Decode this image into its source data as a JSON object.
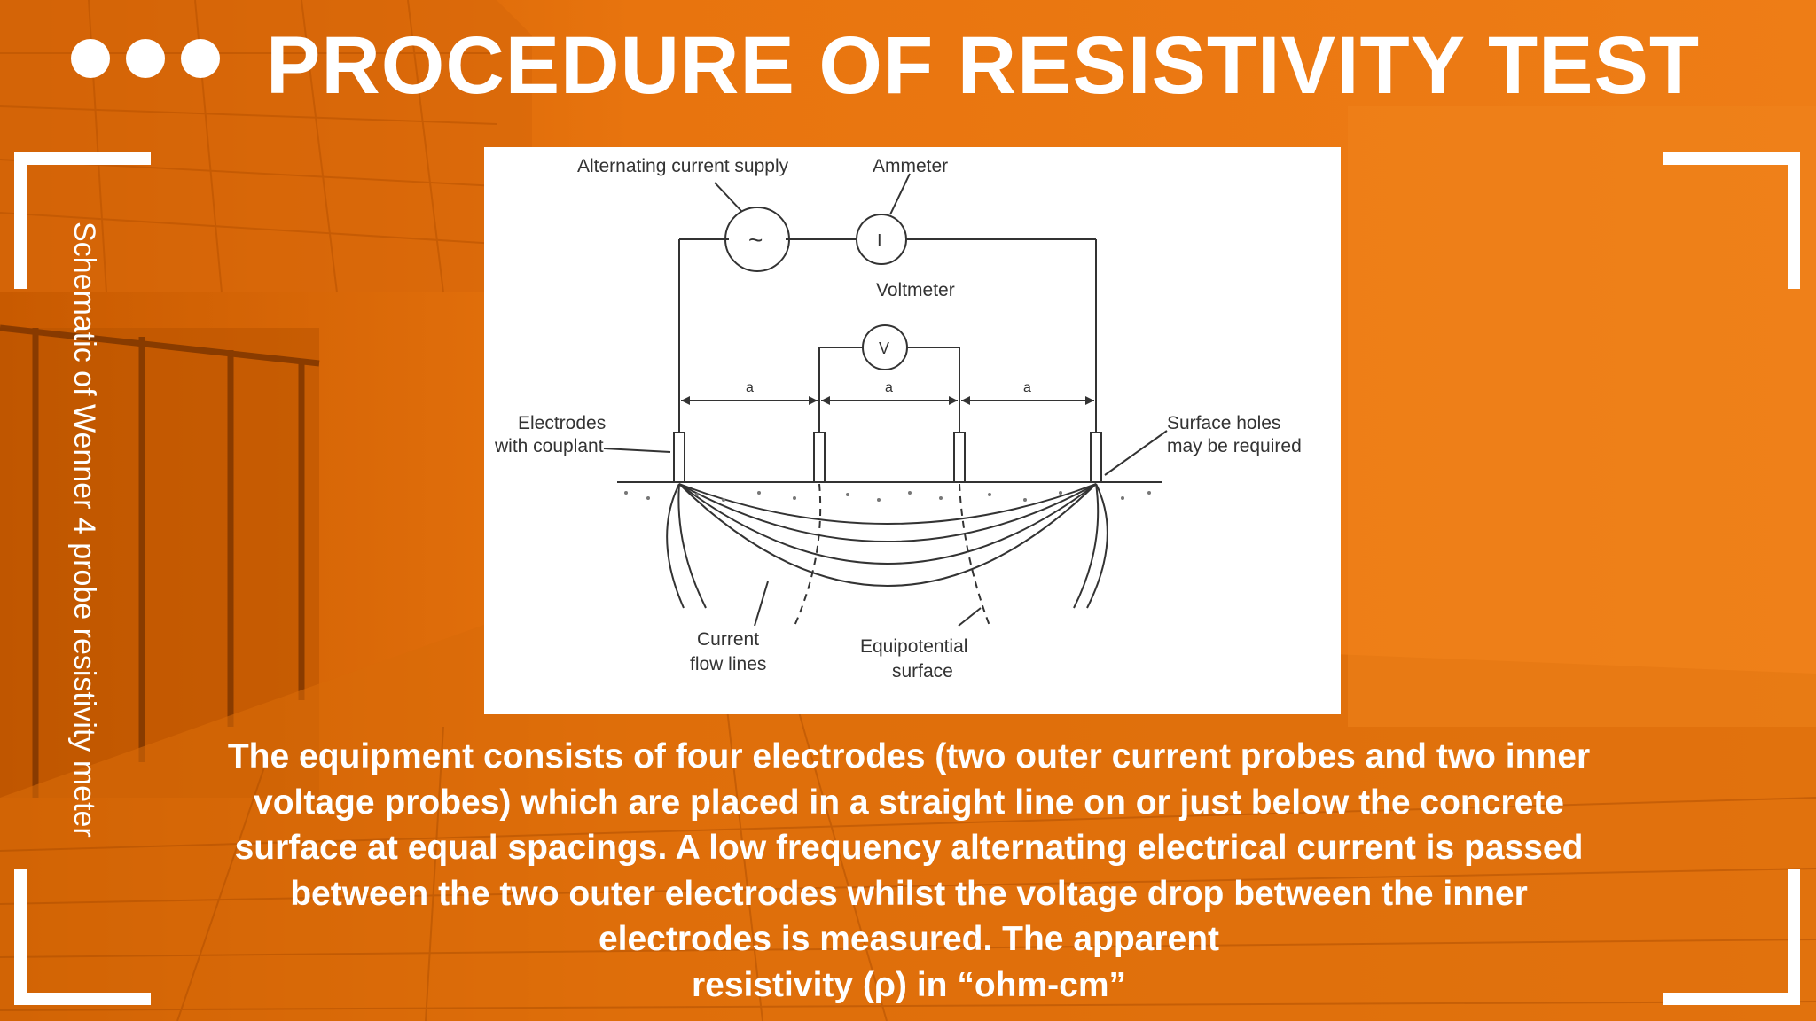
{
  "slide": {
    "title": "PROCEDURE OF RESISTIVITY TEST",
    "side_caption": "Schematic of Wenner 4 probe resistivity meter",
    "body_lines": [
      "The equipment consists of four electrodes (two outer current probes and two inner",
      "voltage probes) which are placed in a straight line on or just below the concrete",
      "surface at equal spacings. A low frequency alternating electrical current is passed",
      "between the two outer electrodes whilst the voltage drop between the inner",
      "electrodes is measured. The apparent",
      "resistivity (ρ) in “ohm-cm”"
    ],
    "accent_color": "#e8740e"
  },
  "diagram": {
    "labels": {
      "ac_supply": "Alternating current supply",
      "ammeter": "Ammeter",
      "voltmeter": "Voltmeter",
      "electrodes_l1": "Electrodes",
      "electrodes_l2": "with couplant",
      "holes_l1": "Surface holes",
      "holes_l2": "may be required",
      "current_l1": "Current",
      "current_l2": "flow lines",
      "equip_l1": "Equipotential",
      "equip_l2": "surface",
      "spacing": "a",
      "ac_symbol": "~",
      "ammeter_symbol": "I",
      "voltmeter_symbol": "V"
    }
  }
}
